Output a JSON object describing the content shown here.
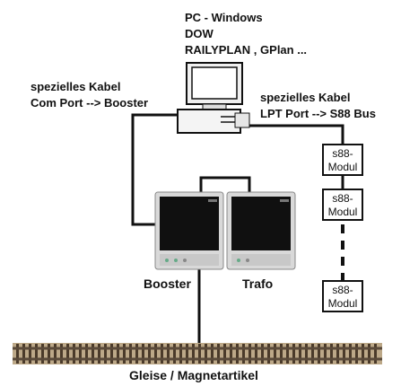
{
  "pc": {
    "lines": [
      "PC - Windows",
      "DOW",
      "RAILYPLAN , GPlan ..."
    ]
  },
  "cables": {
    "left": [
      "spezielles Kabel",
      "Com Port --> Booster"
    ],
    "right": [
      "spezielles Kabel",
      "LPT Port --> S88 Bus"
    ]
  },
  "modules": [
    {
      "line1": "s88-",
      "line2": "Modul"
    },
    {
      "line1": "s88-",
      "line2": "Modul"
    },
    {
      "line1": "s88-",
      "line2": "Modul"
    }
  ],
  "devices": {
    "booster": "Booster",
    "trafo": "Trafo"
  },
  "track": {
    "label": "Gleise / Magnetartikel"
  },
  "colors": {
    "line": "#111111",
    "device_body": "#d8d8d8",
    "device_screen": "#101010",
    "rail": "#8a6a4a",
    "sleeper": "#4a3a2a"
  }
}
